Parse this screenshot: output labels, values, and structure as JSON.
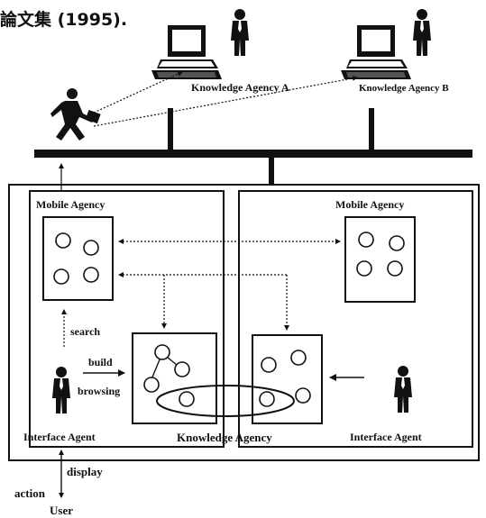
{
  "header": {
    "title": "論文集 (1995)."
  },
  "top": {
    "knowledge_agency_a": "Knowledge Agency A",
    "knowledge_agency_b": "Knowledge Agency B"
  },
  "left_panel": {
    "mobile_agency": "Mobile Agency",
    "search": "search",
    "build": "build",
    "browsing": "browsing",
    "interface_agent": "Interface Agent"
  },
  "right_panel": {
    "mobile_agency": "Mobile Agency",
    "interface_agent": "Interface Agent"
  },
  "center": {
    "knowledge_agency": "Knowledge Agency"
  },
  "bottom": {
    "display": "display",
    "action": "action",
    "user": "User"
  },
  "icons": [
    "computer-icon",
    "person-icon",
    "running-person-icon"
  ],
  "colors": {
    "ink": "#111111",
    "background": "#ffffff"
  }
}
